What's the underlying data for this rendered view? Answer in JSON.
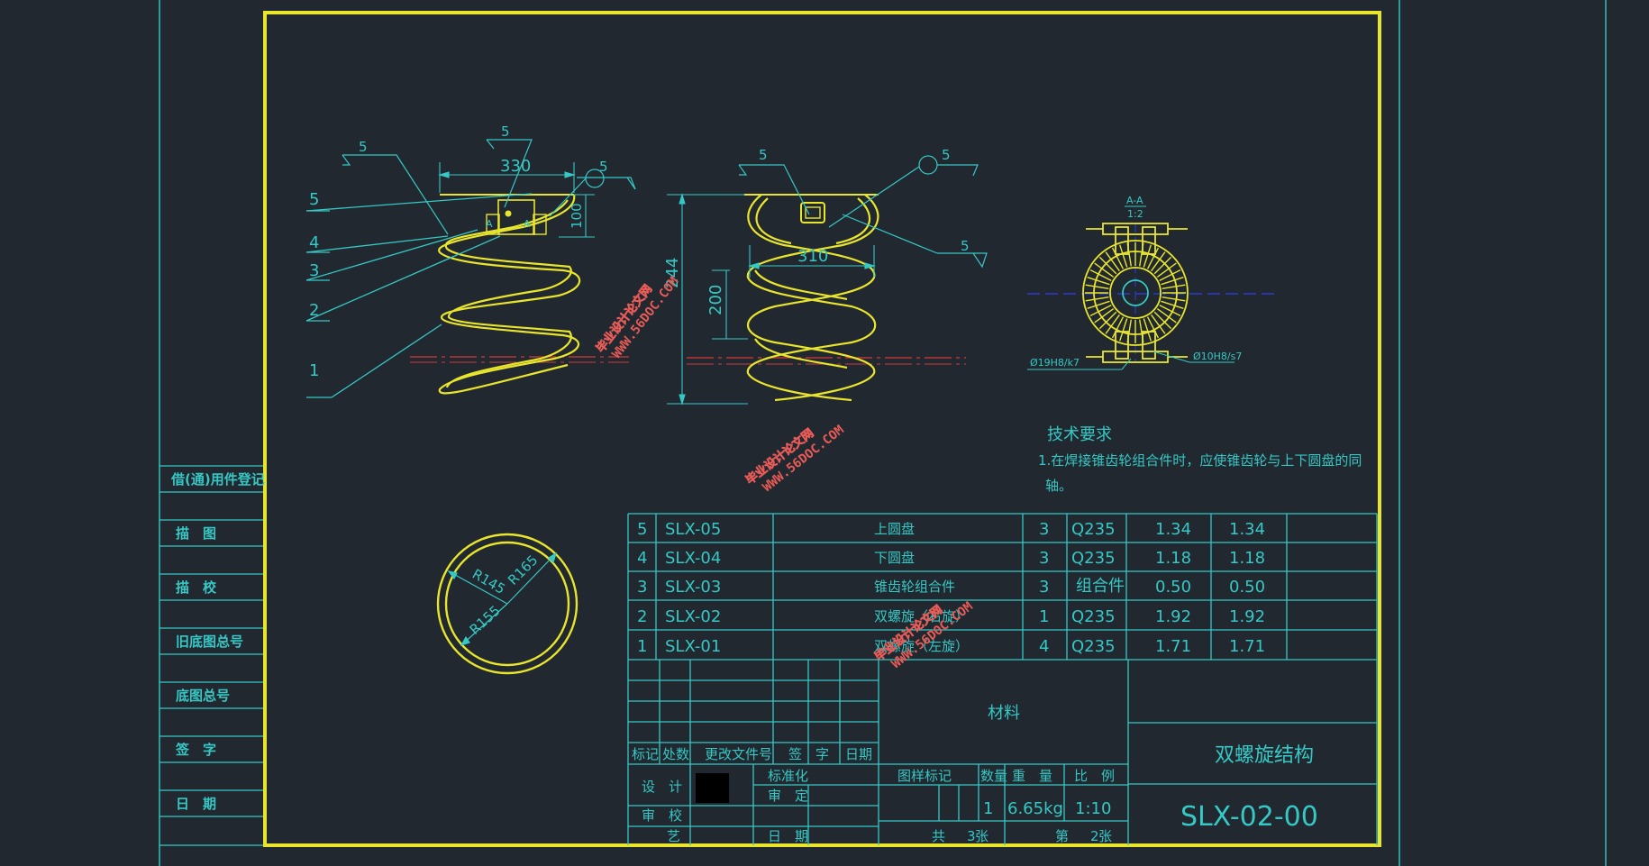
{
  "side_panel": {
    "labels": [
      "借(通)用件登记",
      "描　图",
      "描　校",
      "旧底图总号",
      "底图总号",
      "签　字",
      "日　期"
    ]
  },
  "spring_view": {
    "callouts": [
      "5",
      "4",
      "3",
      "2",
      "1"
    ],
    "weld_symbols": [
      "5",
      "5",
      "5"
    ],
    "dim_width": "330",
    "dim_height": "100",
    "section_marks": [
      "A",
      "A"
    ]
  },
  "front_view": {
    "weld_symbols": [
      "5",
      "5",
      "5"
    ],
    "dim_width": "310",
    "dim_height": "200",
    "dim_total": "244"
  },
  "section_view": {
    "title": "A-A",
    "scale": "1:2",
    "fit_left": "Ø19H8/k7",
    "fit_right": "Ø10H8/s7"
  },
  "ring_view": {
    "radii": [
      "R145",
      "R165",
      "R155"
    ]
  },
  "tech_requirements": {
    "title": "技术要求",
    "line1": "1.在焊接锥齿轮组合件时，应使锥齿轮与上下圆盘的同",
    "line2": "轴。"
  },
  "parts_list": [
    {
      "no": "5",
      "code": "SLX-05",
      "name": "上圆盘",
      "qty": "3",
      "material": "Q235",
      "unit": "1.34",
      "total": "1.34"
    },
    {
      "no": "4",
      "code": "SLX-04",
      "name": "下圆盘",
      "qty": "3",
      "material": "Q235",
      "unit": "1.18",
      "total": "1.18"
    },
    {
      "no": "3",
      "code": "SLX-03",
      "name": "锥齿轮组合件",
      "qty": "3",
      "material": "组合件",
      "unit": "0.50",
      "total": "0.50"
    },
    {
      "no": "2",
      "code": "SLX-02",
      "name": "双螺旋（右旋）",
      "qty": "1",
      "material": "Q235",
      "unit": "1.92",
      "total": "1.92"
    },
    {
      "no": "1",
      "code": "SLX-01",
      "name": "双螺旋（左旋）",
      "qty": "4",
      "material": "Q235",
      "unit": "1.71",
      "total": "1.71"
    }
  ],
  "title_block": {
    "material_label": "材料",
    "drawing_title": "双螺旋结构",
    "drawing_code": "SLX-02-00",
    "rev_headers": [
      "标记",
      "处数",
      "更改文件号",
      "签　字",
      "日期"
    ],
    "sign_labels": [
      "设　计",
      "审　校",
      "艺",
      "标准化",
      "审　定",
      "日　期"
    ],
    "info_headers": [
      "图样标记",
      "数量",
      "重　量",
      "比　例"
    ],
    "qty": "1",
    "weight": "6.65kg",
    "scale": "1:10",
    "sheets_total_label": "共",
    "sheets_total": "3",
    "sheets_unit1": "张",
    "sheet_no_label": "第",
    "sheet_no": "2",
    "sheets_unit2": "张"
  },
  "watermarks": [
    {
      "line1": "毕业设计论文网",
      "line2": "WWW.56DOC.COM"
    },
    {
      "line1": "毕业设计论文网",
      "line2": "WWW.56DOC.COM"
    },
    {
      "line1": "毕业设计论文网",
      "line2": "WWW.56DOC.COM"
    }
  ],
  "colors": {
    "background": "#212830",
    "cyan": "#36c8c4",
    "yellow": "#e9e52c",
    "red": "#d23a3a",
    "blue": "#2a3ccf"
  }
}
